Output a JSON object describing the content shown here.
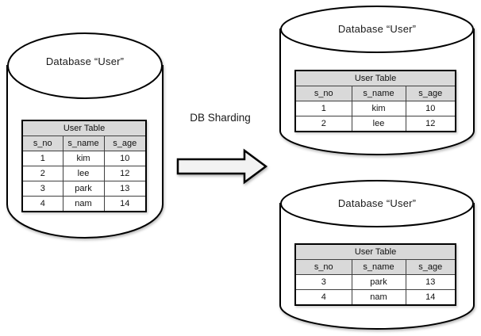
{
  "diagram": {
    "label": "DB Sharding"
  },
  "source_db": {
    "title": "Database “User”",
    "table": {
      "title": "User Table",
      "columns": [
        "s_no",
        "s_name",
        "s_age"
      ],
      "rows": [
        [
          "1",
          "kim",
          "10"
        ],
        [
          "2",
          "lee",
          "12"
        ],
        [
          "3",
          "park",
          "13"
        ],
        [
          "4",
          "nam",
          "14"
        ]
      ]
    }
  },
  "shard_db_top": {
    "title": "Database “User”",
    "table": {
      "title": "User Table",
      "columns": [
        "s_no",
        "s_name",
        "s_age"
      ],
      "rows": [
        [
          "1",
          "kim",
          "10"
        ],
        [
          "2",
          "lee",
          "12"
        ]
      ]
    }
  },
  "shard_db_bottom": {
    "title": "Database “User”",
    "table": {
      "title": "User Table",
      "columns": [
        "s_no",
        "s_name",
        "s_age"
      ],
      "rows": [
        [
          "3",
          "park",
          "13"
        ],
        [
          "4",
          "nam",
          "14"
        ]
      ]
    }
  },
  "colors": {
    "background": "#ffffff",
    "shape_fill": "#ffffff",
    "arrow_fill": "#f2f2f2",
    "table_header_bg": "#d9d9d9",
    "stroke": "#000000"
  }
}
